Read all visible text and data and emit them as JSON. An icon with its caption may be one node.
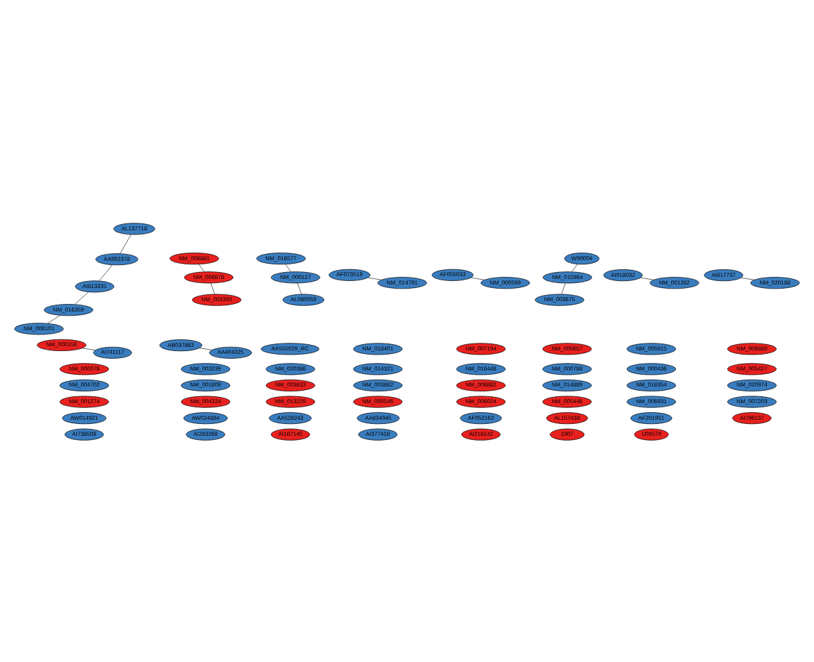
{
  "diagram": {
    "nodes": [
      {
        "text": [
          "NM_018401"
        ]
      },
      {
        "text": [
          "NM_007194"
        ]
      },
      {
        "text": [
          "NM_016577"
        ]
      },
      {
        "text": [
          "AI918032"
        ]
      },
      {
        "text": [
          "NM_000127"
        ]
      },
      {
        "text": [
          "NM_001282"
        ]
      },
      {
        "text": [
          "AI796137"
        ]
      },
      {
        "text": [
          "NM_005657"
        ]
      },
      {
        "text": [
          "NM_005915"
        ]
      },
      {
        "text": [
          "NM_006880"
        ]
      },
      {
        "text": [
          "NM_000076"
        ]
      },
      {
        "text": [
          "AI738508"
        ]
      },
      {
        "text": [
          "AA555029_RC"
        ]
      },
      {
        "text": [
          "AL080059"
        ]
      },
      {
        "text": [
          "AW014921"
        ]
      },
      {
        "text": [
          "NM_006101"
        ]
      },
      {
        "text": [
          "NM_003239"
        ]
      },
      {
        "text": [
          "NM_020386"
        ]
      },
      {
        "text": [
          "AI283268"
        ]
      },
      {
        "text": [
          "AA992378"
        ]
      },
      {
        "text": [
          "AA528243"
        ]
      },
      {
        "text": [
          "NM_014321"
        ]
      },
      {
        "text": [
          "NM_016359"
        ]
      },
      {
        "text": [
          "NM_016448"
        ]
      },
      {
        "text": [
          "NM_000788"
        ]
      },
      {
        "text": [
          "AL137718"
        ]
      },
      {
        "text": [
          "AI813331"
        ]
      },
      {
        "text": [
          "AW024884"
        ]
      },
      {
        "text": [
          "NM_000156"
        ]
      },
      {
        "text": [
          "NM_000436"
        ]
      },
      {
        "text": [
          "NM_005427"
        ]
      },
      {
        "text": [
          "AI167145"
        ]
      },
      {
        "text": [
          "AI377418"
        ]
      },
      {
        "text": [
          "NM_004702"
        ]
      },
      {
        "text": [
          "2307"
        ]
      },
      {
        "text": [
          "AI218142"
        ]
      },
      {
        "text": [
          "NM_006881"
        ]
      },
      {
        "text": [
          "U09579"
        ]
      },
      {
        "text": [
          "AF073519"
        ]
      },
      {
        "text": [
          "NM_006878"
        ]
      },
      {
        "text": [
          "AI741117"
        ]
      },
      {
        "text": [
          "NM_001809"
        ]
      },
      {
        "text": [
          "AB037863"
        ]
      },
      {
        "text": [
          "AA404325"
        ]
      },
      {
        "text": [
          "AF052162"
        ]
      },
      {
        "text": [
          "AI817737"
        ]
      },
      {
        "text": [
          "NM_014791"
        ]
      },
      {
        "text": [
          "NM_002392"
        ]
      },
      {
        "text": [
          "NM_003633"
        ]
      },
      {
        "text": [
          "NM_003882"
        ]
      },
      {
        "text": [
          "NM_020188"
        ]
      },
      {
        "text": [
          "NM_006882"
        ]
      },
      {
        "text": [
          "AL157438"
        ]
      },
      {
        "text": [
          "AA834945"
        ]
      },
      {
        "text": [
          "NM_014889"
        ]
      },
      {
        "text": [
          "NM_018354"
        ]
      },
      {
        "text": [
          "AF055033"
        ]
      },
      {
        "text": [
          "NM_020974"
        ]
      },
      {
        "text": [
          "NM_000599"
        ]
      },
      {
        "text": [
          "NM_001274"
        ]
      },
      {
        "text": [
          "AF201951"
        ]
      },
      {
        "text": [
          "NM_015964"
        ]
      },
      {
        "text": [
          "W90004"
        ]
      },
      {
        "text": [
          "NM_004324"
        ]
      },
      {
        "text": [
          "NM_013229"
        ]
      },
      {
        "text": [
          "NM_000546"
        ]
      },
      {
        "text": [
          "NM_006024"
        ]
      },
      {
        "text": [
          "NM_005446"
        ]
      },
      {
        "text": [
          "NM_006931"
        ]
      },
      {
        "text": [
          "NM_007203"
        ]
      },
      {
        "text": [
          "NM_003675"
        ]
      }
    ],
    "edges": [
      {
        "from": 2,
        "to": 4,
        "arrow": "none"
      },
      {
        "from": 4,
        "to": 13,
        "arrow": "none"
      },
      {
        "from": 3,
        "to": 5,
        "arrow": "none"
      },
      {
        "from": 15,
        "to": 22,
        "arrow": "none"
      },
      {
        "from": 19,
        "to": 25,
        "arrow": "none"
      },
      {
        "from": 19,
        "to": 26,
        "arrow": "none"
      },
      {
        "from": 22,
        "to": 26,
        "arrow": "none"
      },
      {
        "from": 28,
        "to": 40,
        "arrow": "none"
      },
      {
        "from": 36,
        "to": 39,
        "arrow": "none"
      },
      {
        "from": 39,
        "to": 47,
        "arrow": "none"
      },
      {
        "from": 38,
        "to": 46,
        "arrow": "none"
      },
      {
        "from": 42,
        "to": 43,
        "arrow": "none"
      },
      {
        "from": 45,
        "to": 50,
        "arrow": "none"
      },
      {
        "from": 56,
        "to": 58,
        "arrow": "none"
      },
      {
        "from": 62,
        "to": 61,
        "arrow": "none"
      },
      {
        "from": 61,
        "to": 70,
        "arrow": "none"
      }
    ]
  }
}
